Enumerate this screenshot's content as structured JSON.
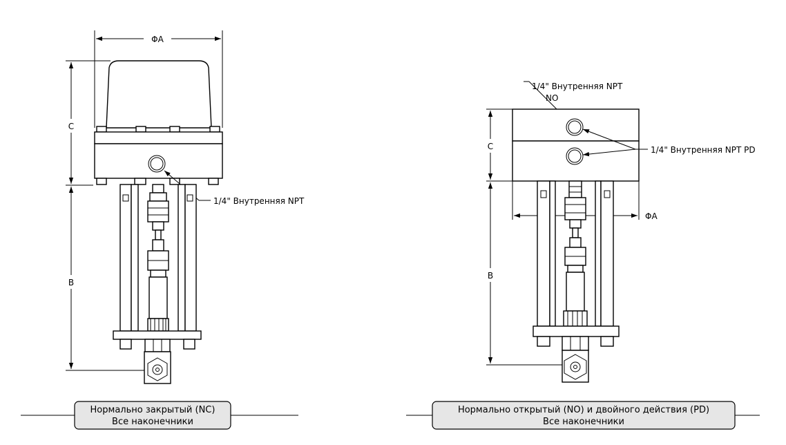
{
  "left_view": {
    "dim_diameter": "ΦA",
    "dim_c": "C",
    "dim_b": "B",
    "port_label": "1/4\" Внутренняя NPT",
    "caption_line1": "Нормально закрытый (NC)",
    "caption_line2": "Все наконечники"
  },
  "right_view": {
    "port_no_label_line1": "1/4\" Внутренняя NPT",
    "port_no_label_line2": "NO",
    "port_pd_label": "1/4\" Внутренняя NPT PD",
    "dim_diameter": "ΦA",
    "dim_c": "C",
    "dim_b": "B",
    "caption_line1": "Нормально открытый (NO) и двойного действия (PD)",
    "caption_line2": "Все наконечники"
  }
}
